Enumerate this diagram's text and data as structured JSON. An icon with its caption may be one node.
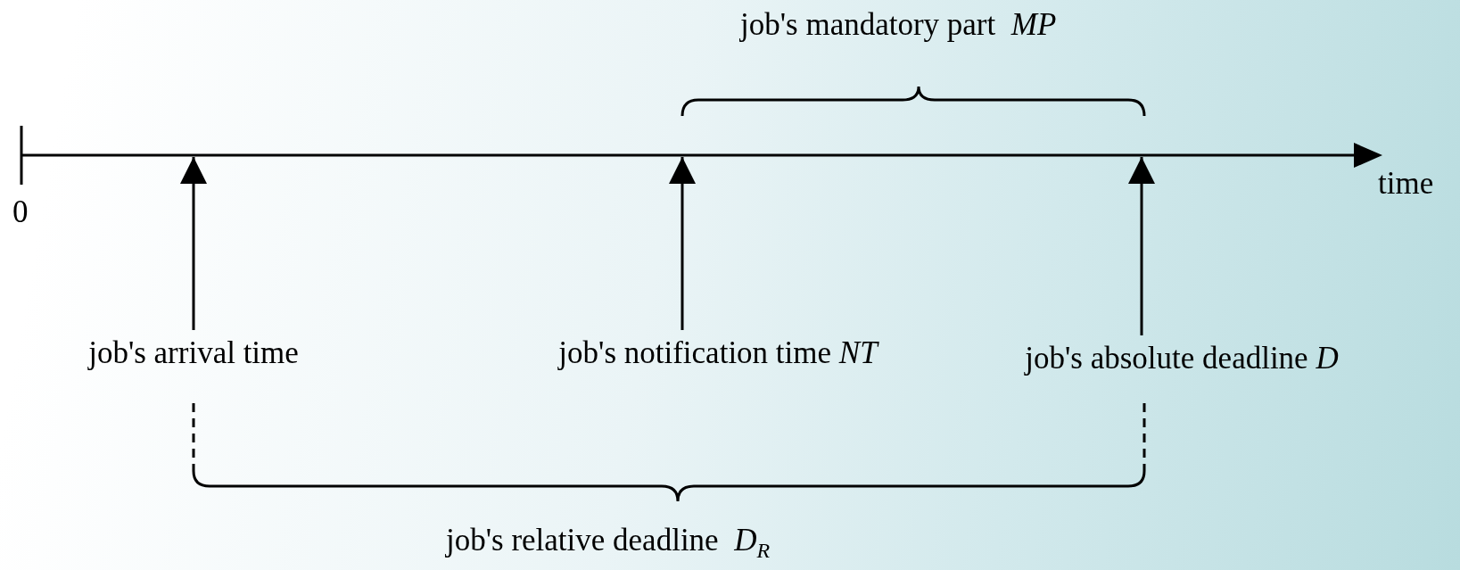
{
  "diagram": {
    "nodes": [
      {
        "text": [
          "job's arrival time"
        ]
      },
      {
        "text": [
          "job's notification time *NT*"
        ]
      },
      {
        "text": [
          "job's absolute deadline *D*"
        ]
      }
    ],
    "edges": [
      {
        "from": 0,
        "to": null,
        "arrow": "to"
      },
      {
        "from": 1,
        "to": null,
        "arrow": "to"
      },
      {
        "from": 2,
        "to": null,
        "arrow": "to"
      }
    ],
    "labels": [
      "job's mandatory part  *MP*",
      "0",
      "time",
      "job's relative deadline  *D*$_{R}$"
    ]
  }
}
